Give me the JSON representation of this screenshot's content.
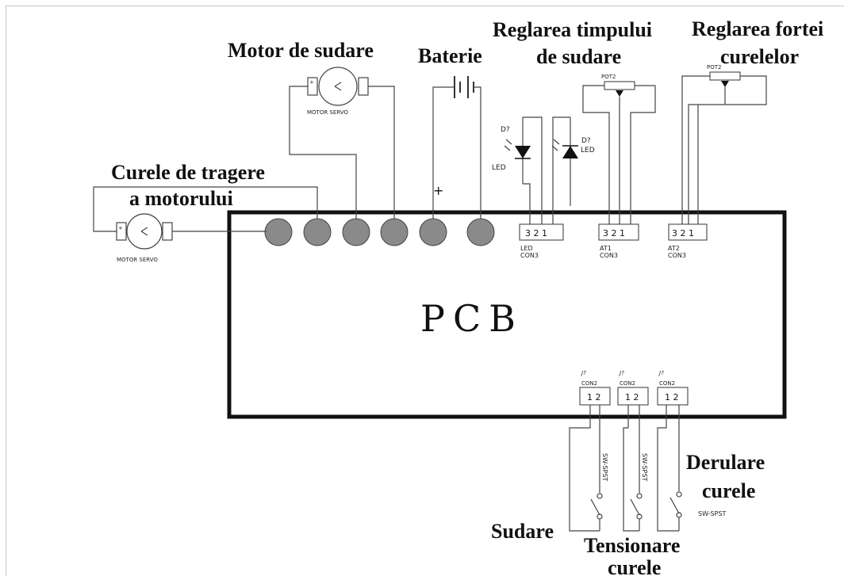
{
  "labels": {
    "motor_sudare": "Motor de sudare",
    "baterie": "Baterie",
    "timp_line1": "Reglarea timpului",
    "timp_line2": "de sudare",
    "forta_line1": "Reglarea fortei",
    "forta_line2": "curelelor",
    "tragere_line1": "Curele de tragere",
    "tragere_line2": "a motorului",
    "pcb": "PCB",
    "derulare_line1": "Derulare",
    "derulare_line2": "curele",
    "sudare": "Sudare",
    "tensionare_line1": "Tensionare",
    "tensionare_line2": "curele"
  },
  "components": {
    "motor_servo": "MOTOR SERVO",
    "plus": "+",
    "d_ref": "D?",
    "led": "LED",
    "pot2": "POT2",
    "pin_321": "3 2 1",
    "pin_12": "1 2",
    "led_con_1": "LED",
    "led_con_2": "CON3",
    "at1_1": "AT1",
    "at1_2": "CON3",
    "at2_1": "AT2",
    "at2_2": "CON3",
    "j_ref": "J?",
    "con2": "CON2",
    "sw_spst": "SW-SPST"
  }
}
